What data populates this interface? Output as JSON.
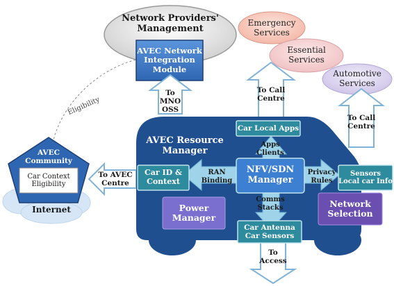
{
  "network_providers": {
    "title_line1": "Network Providers'",
    "title_line2": "Management"
  },
  "integration_module": {
    "line1": "AVEC Network",
    "line2": "Integration",
    "line3": "Module"
  },
  "services": {
    "emergency": {
      "line1": "Emergency",
      "line2": "Services"
    },
    "essential": {
      "line1": "Essential",
      "line2": "Services"
    },
    "automotive": {
      "line1": "Automotive",
      "line2": "Services"
    }
  },
  "arrows": {
    "to_mno": {
      "line1": "To",
      "line2": "MNO",
      "line3": "OSS"
    },
    "to_call_centre_1": {
      "line1": "To Call",
      "line2": "Centre"
    },
    "to_call_centre_2": {
      "line1": "To Call",
      "line2": "Centre"
    },
    "to_avec_centre": {
      "line1": "To AVEC",
      "line2": "Centre"
    },
    "to_access": {
      "line1": "To",
      "line2": "Access"
    }
  },
  "eligibility_link": "Eligibility",
  "community": {
    "title_line1": "AVEC",
    "title_line2": "Community",
    "box_line1": "Car Context",
    "box_line2": "Eligibility"
  },
  "internet": "Internet",
  "resource_manager": {
    "line1": "AVEC Resource",
    "line2": "Manager"
  },
  "car_local_apps": "Car Local Apps",
  "apps_clients": {
    "line1": "Apps",
    "line2": "Clients"
  },
  "car_id_context": {
    "line1": "Car ID &",
    "line2": "Context"
  },
  "ran_binding": {
    "line1": "RAN",
    "line2": "Binding"
  },
  "nfv_sdn": {
    "line1": "NFV/SDN",
    "line2": "Manager"
  },
  "privacy_rules": {
    "line1": "Privacy",
    "line2": "Rules"
  },
  "sensors_box": {
    "line1": "Sensors",
    "line2": "Local car Info"
  },
  "power_manager": {
    "line1": "Power",
    "line2": "Manager"
  },
  "comms_stacks": {
    "line1": "Comms",
    "line2": "Stacks"
  },
  "network_selection": {
    "line1": "Network",
    "line2": "Selection"
  },
  "car_antenna": {
    "line1": "Car Antenna",
    "line2": "Car Sensors"
  },
  "colors": {
    "car_body": "#1f4f8f",
    "tab_teal": "#2e8b9e",
    "nfv_blue": "#3d7fd0",
    "power_purple": "#7a6fcf",
    "network_purple": "#6a4fb0",
    "arrow_fill": "#ffffff",
    "arrow_stroke": "#7fb3d9",
    "center_arrow": "#9fd3ea"
  }
}
